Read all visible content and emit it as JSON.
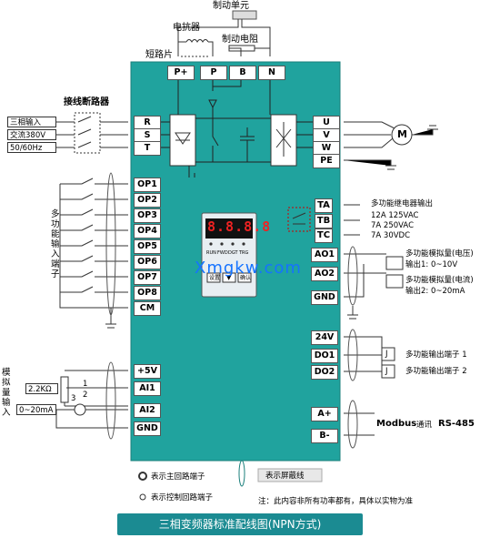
{
  "top": {
    "braking_unit": "制动单元",
    "reactor": "电抗器",
    "braking_resistor": "制动电阻",
    "short_piece": "短路片",
    "dc_terminals": [
      "P+",
      "P",
      "B",
      "N"
    ]
  },
  "power_input": {
    "breaker_label": "接线断路器",
    "inputs": [
      "三相输入",
      "交流380V",
      "50/60Hz"
    ],
    "terminals": [
      "R",
      "S",
      "T"
    ]
  },
  "output": {
    "terminals": [
      "U",
      "V",
      "W",
      "PE"
    ],
    "motor": "M"
  },
  "digital_inputs": {
    "label": "多功能输入端子",
    "terminals": [
      "OP1",
      "OP2",
      "OP3",
      "OP4",
      "OP5",
      "OP6",
      "OP7",
      "OP8",
      "CM"
    ]
  },
  "analog_inputs": {
    "label": "模拟量输入",
    "resistor": "2.2KΩ",
    "current": "0~20mA",
    "terminals": [
      "+5V",
      "AI1",
      "AI2",
      "GND"
    ],
    "pin_numbers": [
      "1",
      "2",
      "3"
    ]
  },
  "relay": {
    "label": "多功能继电器输出",
    "terminals": [
      "TA",
      "TB",
      "TC"
    ],
    "ratings": [
      "12A  125VAC",
      "7A  250VAC",
      "7A  30VDC"
    ]
  },
  "analog_outputs": {
    "terminals": [
      "AO1",
      "AO2",
      "GND"
    ],
    "ao1_label": "多功能模拟量(电压)",
    "ao1_range": "输出1: 0~10V",
    "ao2_label": "多功能模拟量(电流)",
    "ao2_range": "输出2: 0~20mA"
  },
  "digital_outputs": {
    "terminals": [
      "24V",
      "DO1",
      "DO2"
    ],
    "do1_label": "多功能输出端子 1",
    "do2_label": "多功能输出端子 2",
    "relay_symbol": "J"
  },
  "comm": {
    "terminals": [
      "A+",
      "B-"
    ],
    "protocol": "Modbus",
    "protocol_suffix": "通讯",
    "interface": "RS-485"
  },
  "keypad": {
    "display": "8.8.8.8",
    "leds": [
      "RUN",
      "FWD",
      "DGT",
      "TRG"
    ],
    "buttons": [
      "设置",
      "▼",
      "确认"
    ]
  },
  "legend": {
    "main_circuit": "表示主回路端子",
    "control_circuit": "表示控制回路端子",
    "shield": "表示屏蔽线",
    "note": "注：此内容非所有功率都有，具体以实物为准"
  },
  "watermark": "Xmgkw.com",
  "title": "三相变频器标准配线图(NPN方式)",
  "colors": {
    "panel": "#20a39e",
    "panel_border": "#1a7f7b",
    "title_bar": "#1b8b92",
    "watermark": "#1573ff"
  }
}
